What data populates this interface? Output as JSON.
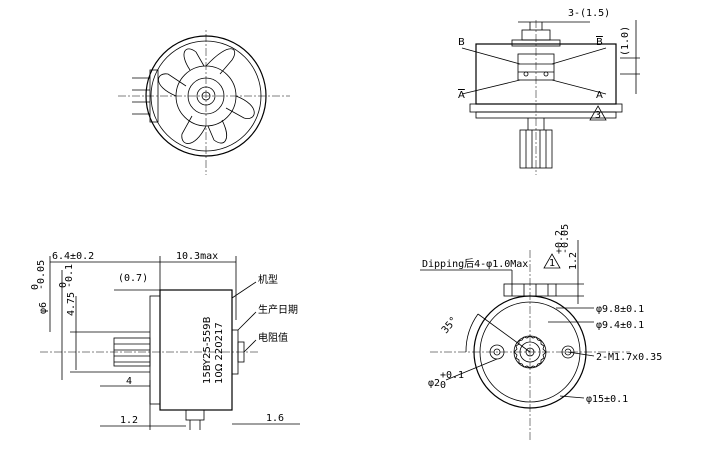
{
  "dims": {
    "top_right_3": "3-(1.5)",
    "top_right_1": "(1.0)",
    "pin_b": "B",
    "pin_b_bar": "B",
    "pin_a_bar": "A",
    "pin_a": "A",
    "triangle_3": "3",
    "side_64": "6.4±0.2",
    "side_103": "10.3max",
    "side_07": "(0.7)",
    "side_phi6": "φ6",
    "side_phi6_tol_top": "0",
    "side_phi6_tol_bot": "-0.05",
    "side_475": "4.75",
    "side_475_tol_top": "0",
    "side_475_tol_bot": "-0.1",
    "side_4": "4",
    "side_12": "1.2",
    "side_16": "1.6",
    "label_type": "机型",
    "label_date": "生产日期",
    "label_res": "电阻值",
    "marking_line1": "15BY25-559B",
    "marking_line2": "10Ω  220217",
    "dipping": "Dipping后4-φ1.0Max",
    "triangle_1": "1",
    "h_12": "1.2",
    "h_12_tol_top": "+0.2",
    "h_12_tol_bot": "-0.05",
    "d_98": "φ9.8±0.1",
    "d_94": "φ9.4±0.1",
    "m17": "2-M1.7x0.35",
    "d_2": "φ2",
    "d_2_tol_top": "+0.1",
    "d_2_tol_bot": "0",
    "d_15": "φ15±0.1",
    "angle_35": "35°"
  }
}
